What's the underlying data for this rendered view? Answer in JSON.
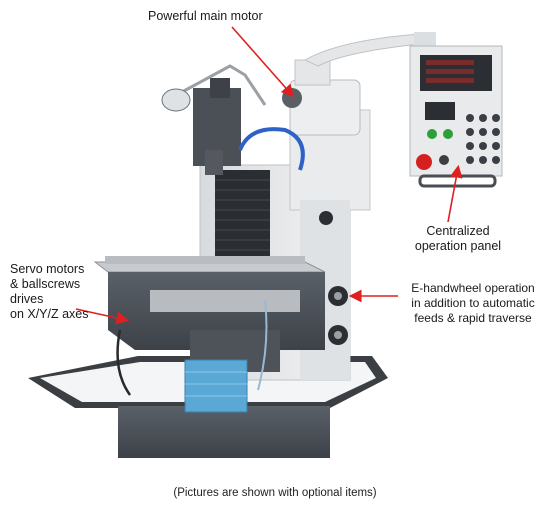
{
  "labels": {
    "main_motor": "Powerful main motor",
    "servo_line1": "Servo motors",
    "servo_line2": "& ballscrews drives",
    "servo_line3": "on X/Y/Z axes",
    "panel_line1": "Centralized",
    "panel_line2": "operation panel",
    "handwheel_line1": "E-handwheel operation",
    "handwheel_line2": "in addition to automatic",
    "handwheel_line3": "feeds & rapid traverse",
    "footnote": "(Pictures are shown with optional items)"
  },
  "colors": {
    "arrow": "#e02020",
    "dark_gray": "#4a5058",
    "light_gray": "#e6e8ea",
    "table_top": "#c8cbce",
    "bellows": "#2a2d31",
    "coolant_hose": "#2f62c9",
    "motor_blue": "#5aa8d6"
  }
}
